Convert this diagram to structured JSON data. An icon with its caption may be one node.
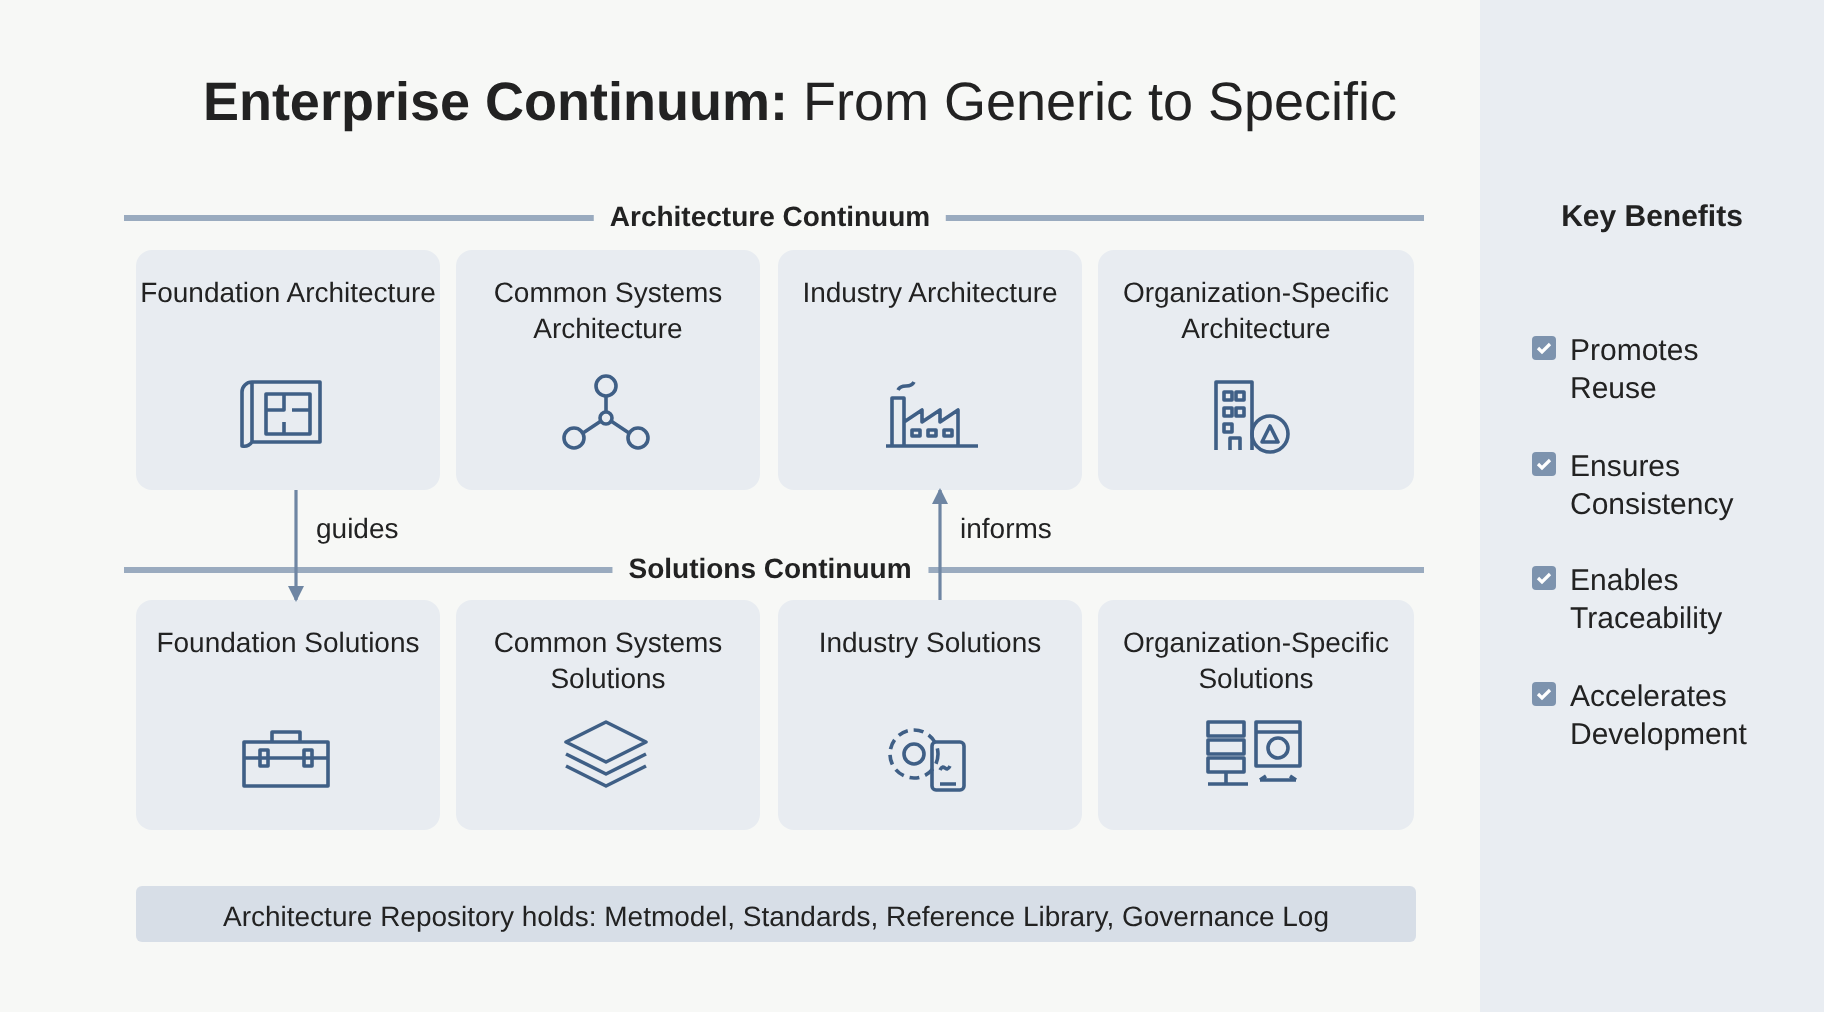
{
  "diagram": {
    "title": "**Enterprise Continuum:** From Generic to Specific",
    "nodes": [
      {
        "text": [
          "Foundation Architecture"
        ]
      },
      {
        "text": [
          "Common Systems Architecture"
        ]
      },
      {
        "text": [
          "Industry Architecture"
        ]
      },
      {
        "text": [
          "Organization-Specific Architecture"
        ]
      },
      {
        "text": [
          "Foundation Solutions"
        ]
      },
      {
        "text": [
          "Common Systems Solutions"
        ]
      },
      {
        "text": [
          "Industry Solutions"
        ]
      },
      {
        "text": [
          "Organization-Specific Solutions"
        ]
      },
      {
        "text": [
          "Architecture Repository holds: Metmodel, Standards, Reference Library, Governance Log"
        ]
      }
    ],
    "edges": [
      {
        "from": 0,
        "to": 4,
        "arrow": "to",
        "label": "guides"
      },
      {
        "from": 6,
        "to": 2,
        "arrow": "to",
        "label": "informs"
      }
    ],
    "labels": [
      "Architecture Continuum",
      "Solutions Continuum",
      "Key Benefits",
      "Promotes Reuse",
      "Ensures Consistency",
      "Enables Traceability",
      "Accelerates Development"
    ]
  }
}
